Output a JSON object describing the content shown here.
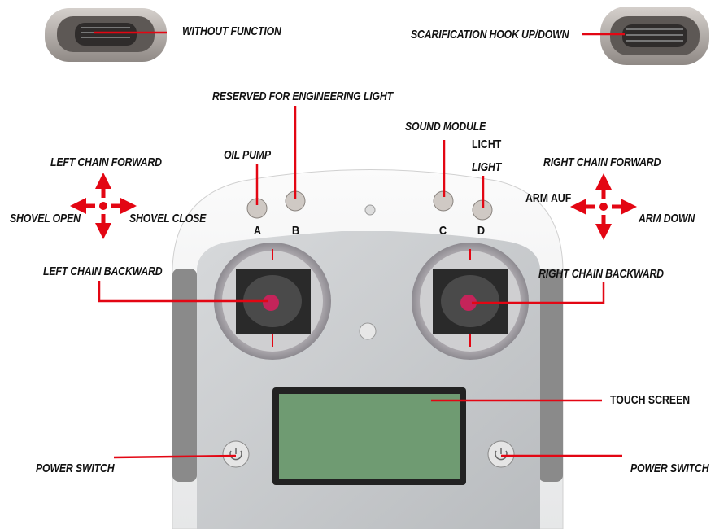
{
  "labels": {
    "without_function": "WITHOUT FUNCTION",
    "scarification": "SCARIFICATION HOOK UP/DOWN",
    "reserved_light": "RESERVED FOR ENGINEERING LIGHT",
    "oil_pump": "OIL PUMP",
    "sound_module": "SOUND MODULE",
    "licht": "LICHT",
    "light": "LIGHT",
    "left_chain_forward": "LEFT CHAIN FORWARD",
    "shovel_open": "SHOVEL OPEN",
    "shovel_close": "SHOVEL CLOSE",
    "right_chain_forward": "RIGHT CHAIN FORWARD",
    "arm_auf": "ARM AUF",
    "arm_down": "ARM DOWN",
    "left_chain_backward": "LEFT CHAIN BACKWARD",
    "right_chain_backward": "RIGHT CHAIN BACKWARD",
    "touch_screen": "TOUCH SCREEN",
    "power_switch_left": "POWER SWITCH",
    "power_switch_right": "POWER SWITCH"
  },
  "switches": {
    "a": "A",
    "b": "B",
    "c": "C",
    "d": "D"
  },
  "colors": {
    "accent": "#e30613",
    "body": "#f1f1f1",
    "panel": "#c9cbcd",
    "screen": "#6f9b72"
  }
}
